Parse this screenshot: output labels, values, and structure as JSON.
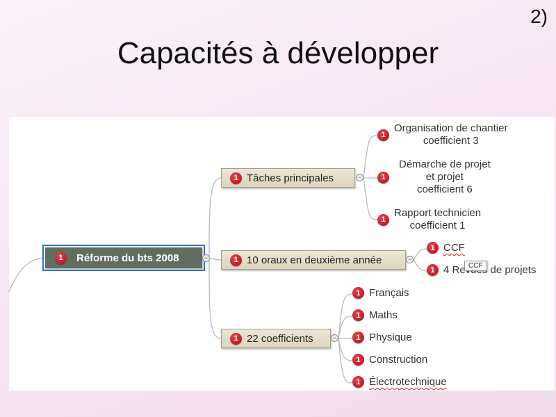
{
  "slide_number": "2)",
  "title": "Capacités à développer",
  "priority_badge": "1",
  "central": {
    "label": "Réforme du bts 2008"
  },
  "branches": [
    {
      "label": "Tâches principales",
      "children": [
        {
          "lines": [
            "Organisation de chantier",
            "coefficient 3"
          ]
        },
        {
          "lines": [
            "Démarche de projet",
            "et projet",
            "coefficient 6"
          ]
        },
        {
          "lines": [
            "Rapport technicien",
            "coefficient 1"
          ]
        }
      ]
    },
    {
      "label": "10 oraux en deuxième année",
      "children": [
        {
          "lines": [
            "CCF"
          ]
        },
        {
          "lines": [
            "4 Revues de projets"
          ]
        }
      ]
    },
    {
      "label": "22 coefficients",
      "children": [
        {
          "lines": [
            "Français"
          ]
        },
        {
          "lines": [
            "Maths"
          ]
        },
        {
          "lines": [
            "Physique"
          ]
        },
        {
          "lines": [
            "Construction"
          ]
        },
        {
          "lines": [
            "Électrotechnique"
          ]
        }
      ]
    }
  ],
  "tooltip": "CCF",
  "colors": {
    "central_fill": "#5f6e5e",
    "selection": "#2f6fd0",
    "badge": "#c81824",
    "branch_fill": "#e3dcc8"
  }
}
